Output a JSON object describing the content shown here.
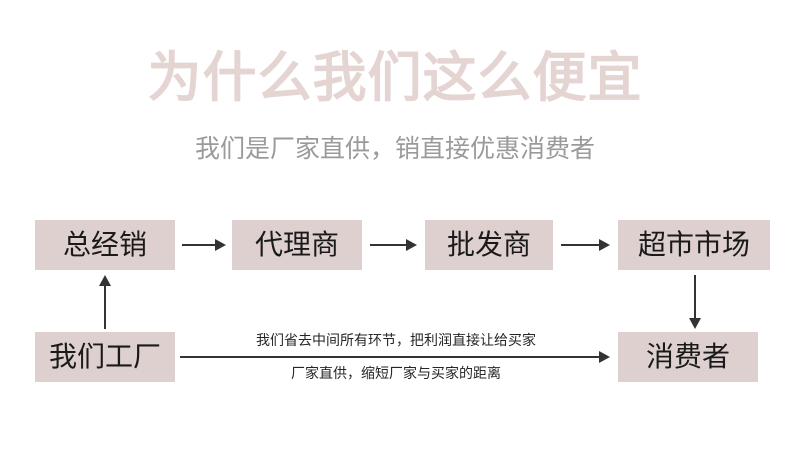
{
  "header": {
    "title": "为什么我们这么便宜",
    "subtitle": "我们是厂家直供，销直接优惠消费者",
    "title_color": "#e4d5d2",
    "subtitle_color": "#9a9a9a"
  },
  "diagram": {
    "type": "flowchart",
    "node_fill": "#ddd0ce",
    "node_text_color": "#1a1a1a",
    "arrow_color": "#333333",
    "nodes": [
      {
        "id": "zongjingxiao",
        "label": "总经销",
        "row": "top",
        "order": 1
      },
      {
        "id": "dailishang",
        "label": "代理商",
        "row": "top",
        "order": 2
      },
      {
        "id": "pifashang",
        "label": "批发商",
        "row": "top",
        "order": 3
      },
      {
        "id": "chaoshishichang",
        "label": "超市市场",
        "row": "top",
        "order": 4
      },
      {
        "id": "womengongchang",
        "label": "我们工厂",
        "row": "bottom",
        "order": 1
      },
      {
        "id": "xiaofeizhe",
        "label": "消费者",
        "row": "bottom",
        "order": 2
      }
    ],
    "edges": [
      {
        "from": "zongjingxiao",
        "to": "dailishang",
        "direction": "right"
      },
      {
        "from": "dailishang",
        "to": "pifashang",
        "direction": "right"
      },
      {
        "from": "pifashang",
        "to": "chaoshishichang",
        "direction": "right"
      },
      {
        "from": "womengongchang",
        "to": "zongjingxiao",
        "direction": "up"
      },
      {
        "from": "chaoshishichang",
        "to": "xiaofeizhe",
        "direction": "down"
      },
      {
        "from": "womengongchang",
        "to": "xiaofeizhe",
        "direction": "right"
      }
    ],
    "captions": {
      "above_long_arrow": "我们省去中间所有环节，把利润直接让给买家",
      "below_long_arrow": "厂家直供，缩短厂家与买家的距离"
    }
  }
}
